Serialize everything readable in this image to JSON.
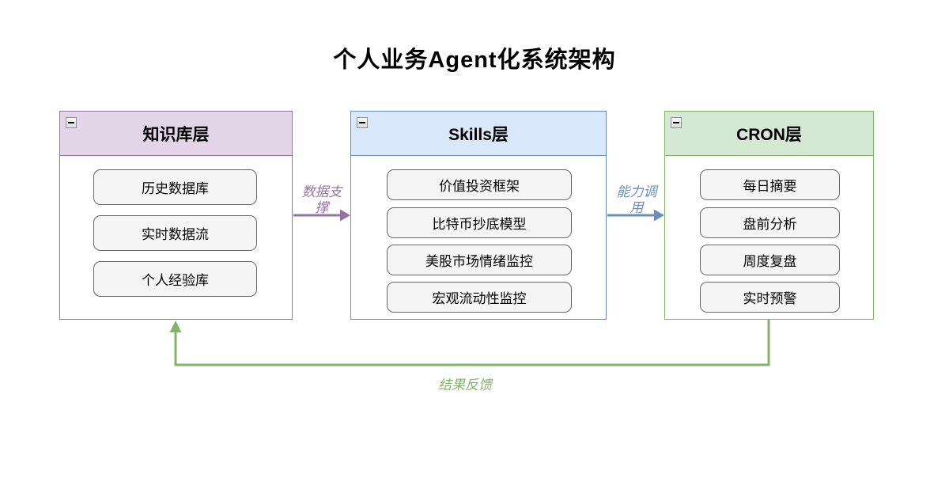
{
  "title": "个人业务Agent化系统架构",
  "groups": [
    {
      "label": "知识库层",
      "header_bg": "#e1d5e7",
      "border_color": "#9673a6",
      "collapse_icon": "minus",
      "items": [
        "历史数据库",
        "实时数据流",
        "个人经验库"
      ]
    },
    {
      "label": "Skills层",
      "header_bg": "#dae8fc",
      "border_color": "#6c8ebf",
      "collapse_icon": "minus",
      "items": [
        "价值投资框架",
        "比特币抄底模型",
        "美股市场情绪监控",
        "宏观流动性监控"
      ]
    },
    {
      "label": "CRON层",
      "header_bg": "#d5e8d4",
      "border_color": "#82b366",
      "collapse_icon": "minus",
      "items": [
        "每日摘要",
        "盘前分析",
        "周度复盘",
        "实时预警"
      ]
    }
  ],
  "edges": [
    {
      "from": "知识库层",
      "to": "Skills层",
      "label": "数据支撑",
      "color": "#9673a6"
    },
    {
      "from": "Skills层",
      "to": "CRON层",
      "label": "能力调用",
      "color": "#6c8ebf"
    },
    {
      "from": "CRON层",
      "to": "知识库层",
      "label": "结果反馈",
      "color": "#82b366"
    }
  ],
  "node_style": {
    "fill": "#f5f5f5",
    "border": "#666666"
  }
}
